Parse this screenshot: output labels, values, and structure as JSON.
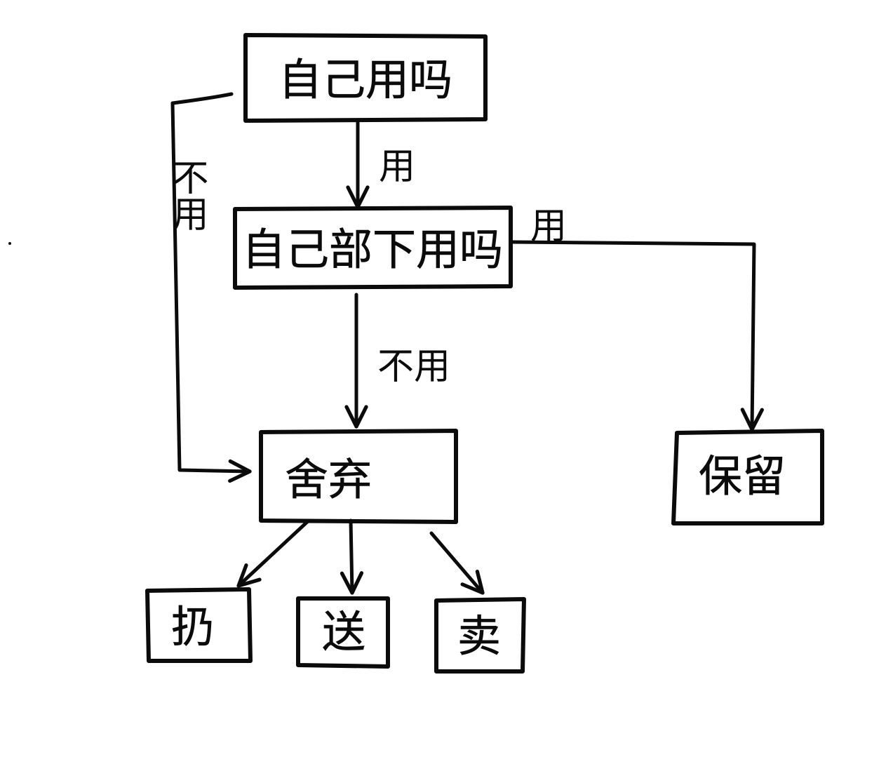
{
  "nodes": {
    "self_use": "自己用吗",
    "subordinate_use": "自己部下用吗",
    "discard": "舍弃",
    "keep": "保留",
    "throw": "扔",
    "give": "送",
    "sell": "卖"
  },
  "edges": {
    "self_yes": "用",
    "self_no": "不用",
    "sub_yes": "用",
    "sub_no": "不用"
  },
  "colors": {
    "ink": "#0b0b0b",
    "paper": "#ffffff"
  }
}
